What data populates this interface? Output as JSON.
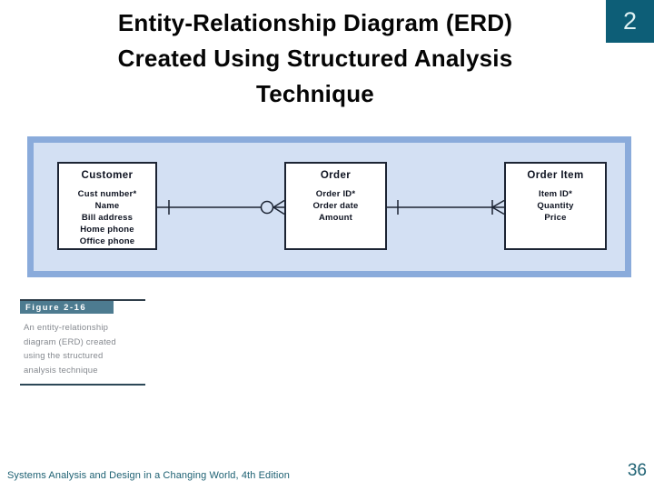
{
  "slide": {
    "title_lines": [
      "Entity-Relationship Diagram (ERD)",
      "Created Using Structured Analysis",
      "Technique"
    ],
    "slide_number_badge": "2",
    "footer": "Systems Analysis and Design in a Changing World, 4th Edition",
    "page_number": "36"
  },
  "figure": {
    "label": "Figure 2-16",
    "caption_lines": [
      "An entity-relationship",
      "diagram (ERD) created",
      "using the structured",
      "analysis technique"
    ]
  },
  "diagram": {
    "entities": [
      {
        "title": "Customer",
        "attrs": [
          "Cust number*",
          "Name",
          "Bill address",
          "Home phone",
          "Office phone"
        ]
      },
      {
        "title": "Order",
        "attrs": [
          "Order ID*",
          "Order date",
          "Amount"
        ]
      },
      {
        "title": "Order Item",
        "attrs": [
          "Item ID*",
          "Quantity",
          "Price"
        ]
      }
    ],
    "relationships": [
      {
        "from": "Customer",
        "to": "Order",
        "from_cardinality": "one",
        "to_cardinality": "zero-or-many"
      },
      {
        "from": "Order",
        "to": "Order Item",
        "from_cardinality": "one",
        "to_cardinality": "one-or-many"
      }
    ]
  },
  "colors": {
    "badge_teal": "#0d5e77",
    "figure_label_teal": "#4d7b90",
    "footer_teal": "#1e6173",
    "panel_border_blue": "#8aabdb",
    "panel_fill_blue": "#d3e0f3",
    "entity_border": "#1c2433"
  }
}
